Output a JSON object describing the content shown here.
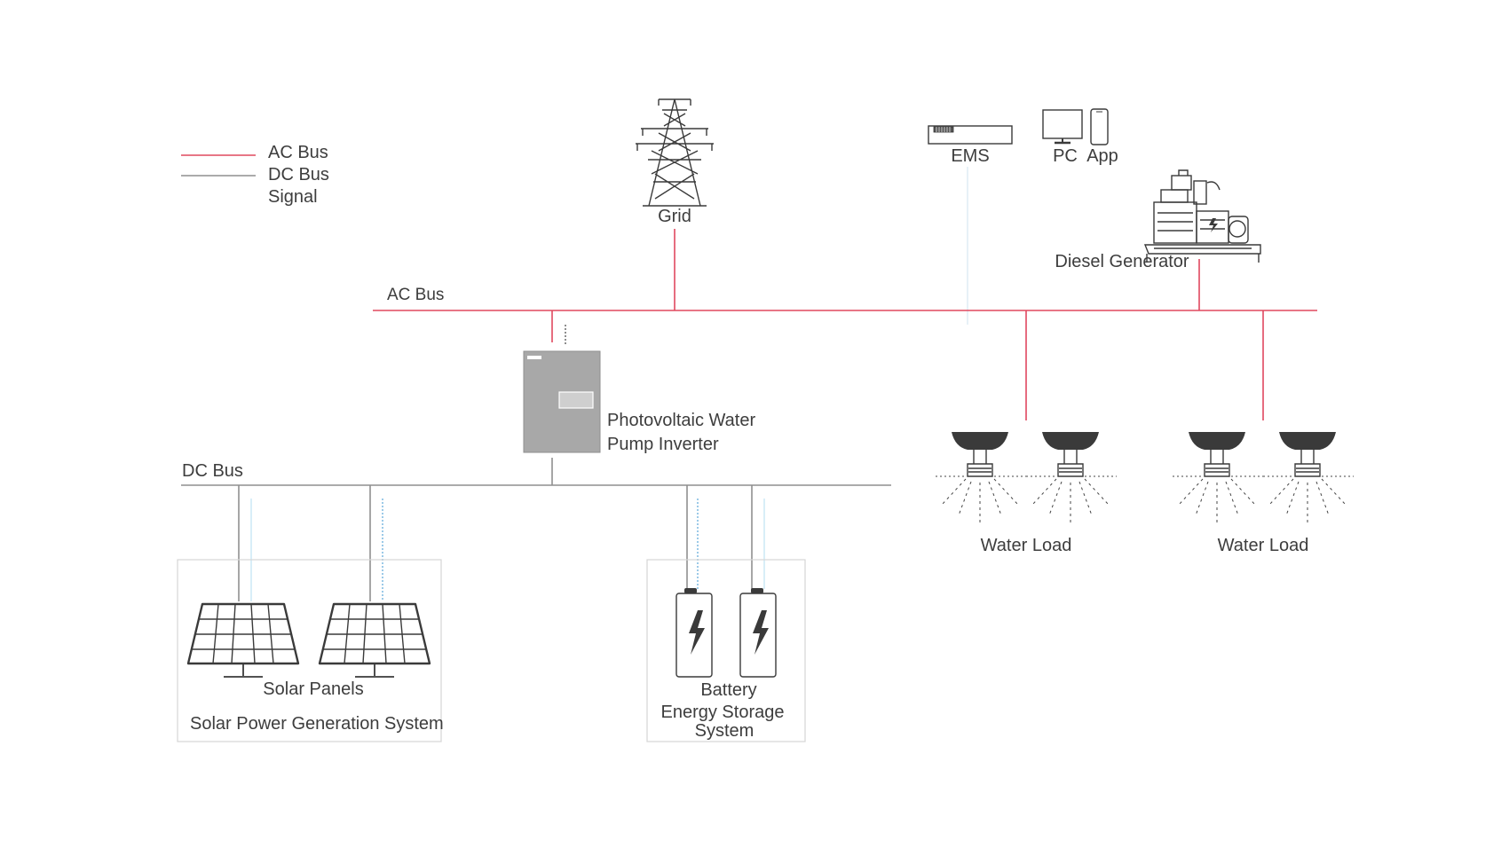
{
  "legend": {
    "ac_label": "AC Bus",
    "dc_label": "DC Bus",
    "signal_label": "Signal"
  },
  "buses": {
    "ac_bus_label": "AC Bus",
    "dc_bus_label": "DC Bus"
  },
  "nodes": {
    "grid": "Grid",
    "ems": "EMS",
    "pc": "PC",
    "app": "App",
    "diesel_generator": "Diesel Generator",
    "inverter_line1": "Photovoltaic Water",
    "inverter_line2": "Pump Inverter",
    "water_load_left": "Water Load",
    "water_load_right": "Water Load",
    "solar_panels": "Solar Panels",
    "solar_system": "Solar Power Generation System",
    "battery": "Battery",
    "storage_line1": "Energy Storage",
    "storage_line2": "System"
  },
  "colors": {
    "ac_bus": "#e0485f",
    "dc_bus": "#8f8f8f",
    "signal": "#5aa7d8"
  }
}
